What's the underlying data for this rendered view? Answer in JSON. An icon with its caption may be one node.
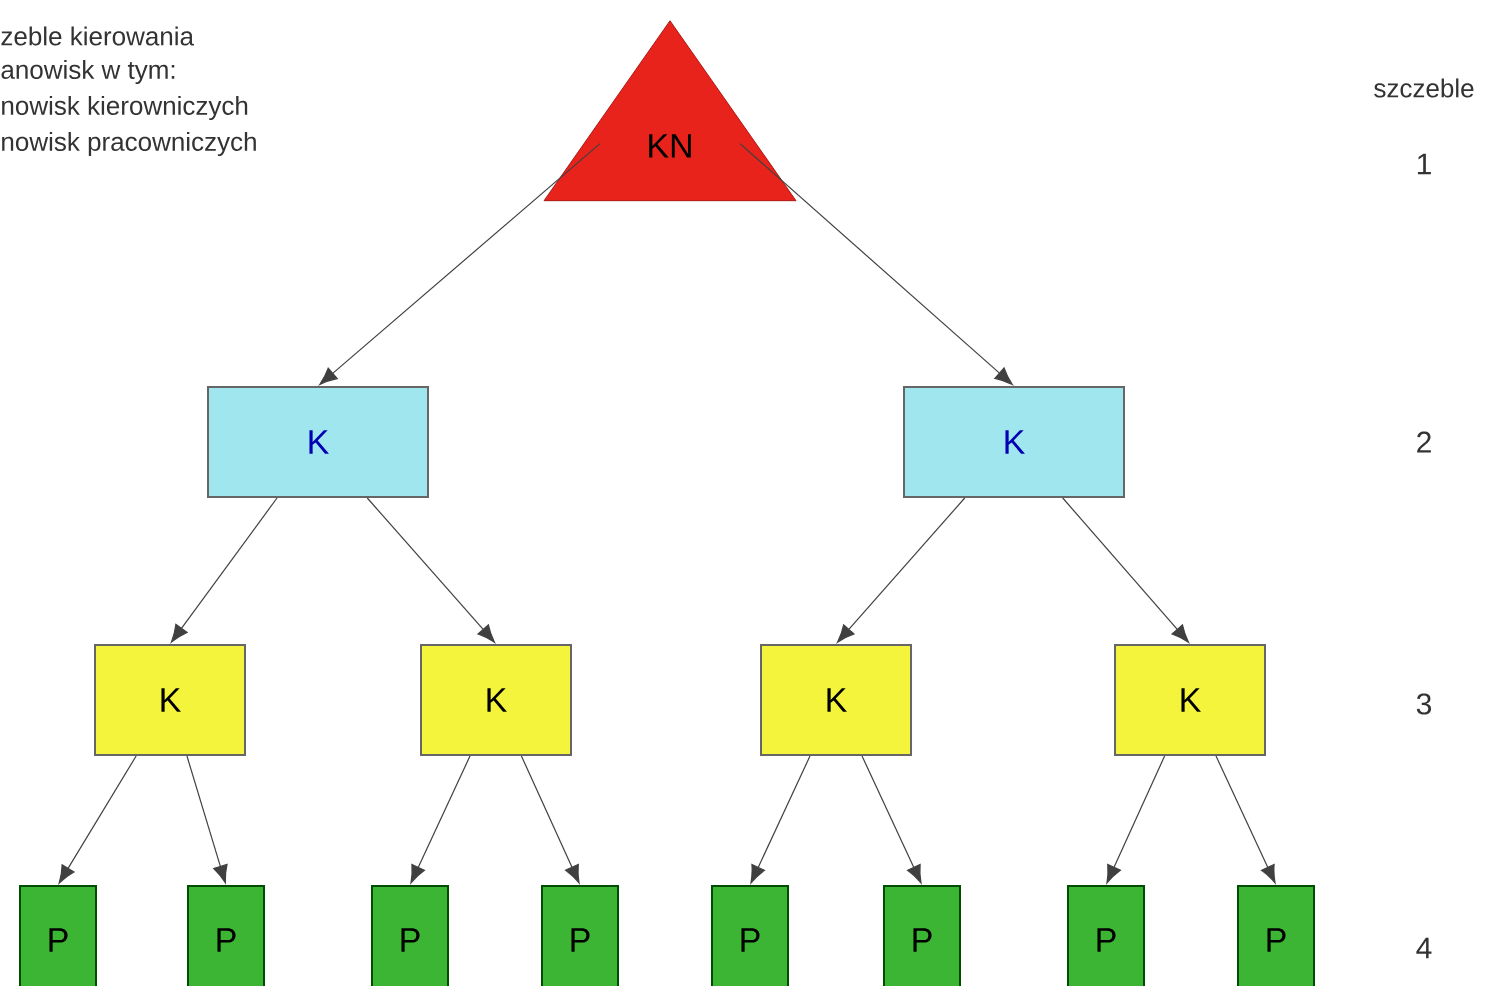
{
  "diagram": {
    "nodes": [
      {
        "text": [
          "KN"
        ]
      },
      {
        "text": [
          "K"
        ]
      },
      {
        "text": [
          "K"
        ]
      },
      {
        "text": [
          "K"
        ]
      },
      {
        "text": [
          "K"
        ]
      },
      {
        "text": [
          "K"
        ]
      },
      {
        "text": [
          "K"
        ]
      },
      {
        "text": [
          "P"
        ]
      },
      {
        "text": [
          "P"
        ]
      },
      {
        "text": [
          "P"
        ]
      },
      {
        "text": [
          "P"
        ]
      },
      {
        "text": [
          "P"
        ]
      },
      {
        "text": [
          "P"
        ]
      },
      {
        "text": [
          "P"
        ]
      },
      {
        "text": [
          "P"
        ]
      }
    ],
    "edges": [
      {
        "from": 0,
        "to": 1,
        "arrow": "to"
      },
      {
        "from": 0,
        "to": 2,
        "arrow": "to"
      },
      {
        "from": 1,
        "to": 3,
        "arrow": "to"
      },
      {
        "from": 1,
        "to": 4,
        "arrow": "to"
      },
      {
        "from": 2,
        "to": 5,
        "arrow": "to"
      },
      {
        "from": 2,
        "to": 6,
        "arrow": "to"
      },
      {
        "from": 3,
        "to": 7,
        "arrow": "to"
      },
      {
        "from": 3,
        "to": 8,
        "arrow": "to"
      },
      {
        "from": 4,
        "to": 9,
        "arrow": "to"
      },
      {
        "from": 4,
        "to": 10,
        "arrow": "to"
      },
      {
        "from": 5,
        "to": 11,
        "arrow": "to"
      },
      {
        "from": 5,
        "to": 12,
        "arrow": "to"
      },
      {
        "from": 6,
        "to": 13,
        "arrow": "to"
      },
      {
        "from": 6,
        "to": 14,
        "arrow": "to"
      }
    ],
    "labels": [
      "zeble kierowania",
      "anowisk w tym:",
      "nowisk kierowniczych",
      "nowisk pracowniczych",
      "szczeble",
      "1",
      "2",
      "3",
      "4"
    ]
  }
}
